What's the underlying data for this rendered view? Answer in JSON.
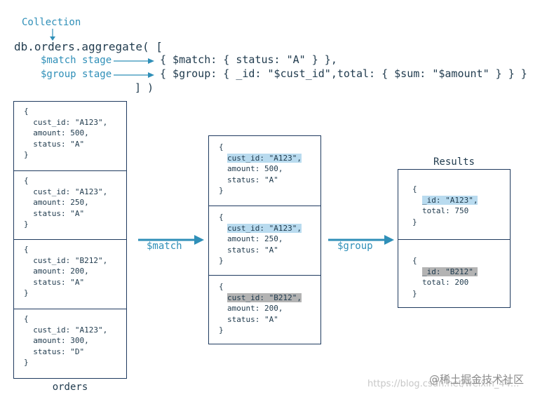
{
  "header": {
    "collection_label": "Collection",
    "line1": "db.orders.aggregate( [",
    "match_label": "$match stage",
    "group_label": "$group stage",
    "match_code": "{ $match: { status: \"A\" } },",
    "group_code": "{ $group: { _id: \"$cust_id\",total: { $sum: \"$amount\" } } }",
    "closing": "] )"
  },
  "orders": {
    "caption": "orders",
    "docs": [
      [
        "{",
        "  cust_id: \"A123\",",
        "  amount: 500,",
        "  status: \"A\"",
        "}"
      ],
      [
        "{",
        "  cust_id: \"A123\",",
        "  amount: 250,",
        "  status: \"A\"",
        "}"
      ],
      [
        "{",
        "  cust_id: \"B212\",",
        "  amount: 200,",
        "  status: \"A\"",
        "}"
      ],
      [
        "{",
        "  cust_id: \"A123\",",
        "  amount: 300,",
        "  status: \"D\"",
        "}"
      ]
    ]
  },
  "match_arrow_label": "$match",
  "matched": {
    "docs": [
      {
        "open": "{",
        "key": "cust_id: \"A123\",",
        "amount": "amount: 500,",
        "status": "status: \"A\"",
        "close": "}"
      },
      {
        "open": "{",
        "key": "cust_id: \"A123\",",
        "amount": "amount: 250,",
        "status": "status: \"A\"",
        "close": "}"
      },
      {
        "open": "{",
        "key": "cust_id: \"B212\",",
        "amount": "amount: 200,",
        "status": "status: \"A\"",
        "close": "}"
      }
    ]
  },
  "group_arrow_label": "$group",
  "results": {
    "caption": "Results",
    "docs": [
      {
        "open": "{",
        "key": "_id: \"A123\",",
        "total": "total: 750",
        "close": "}"
      },
      {
        "open": "{",
        "key": "_id: \"B212\",",
        "total": "total: 200",
        "close": "}"
      }
    ]
  },
  "watermark": {
    "url": "https://blog.csdn.net/weixin_44...",
    "brand": "@稀土掘金技术社区"
  },
  "colors": {
    "accent": "#2f8fb8",
    "highlight_a123": "#b9dbef",
    "highlight_b212": "#b3b3b3",
    "border": "#1f3a5f"
  }
}
